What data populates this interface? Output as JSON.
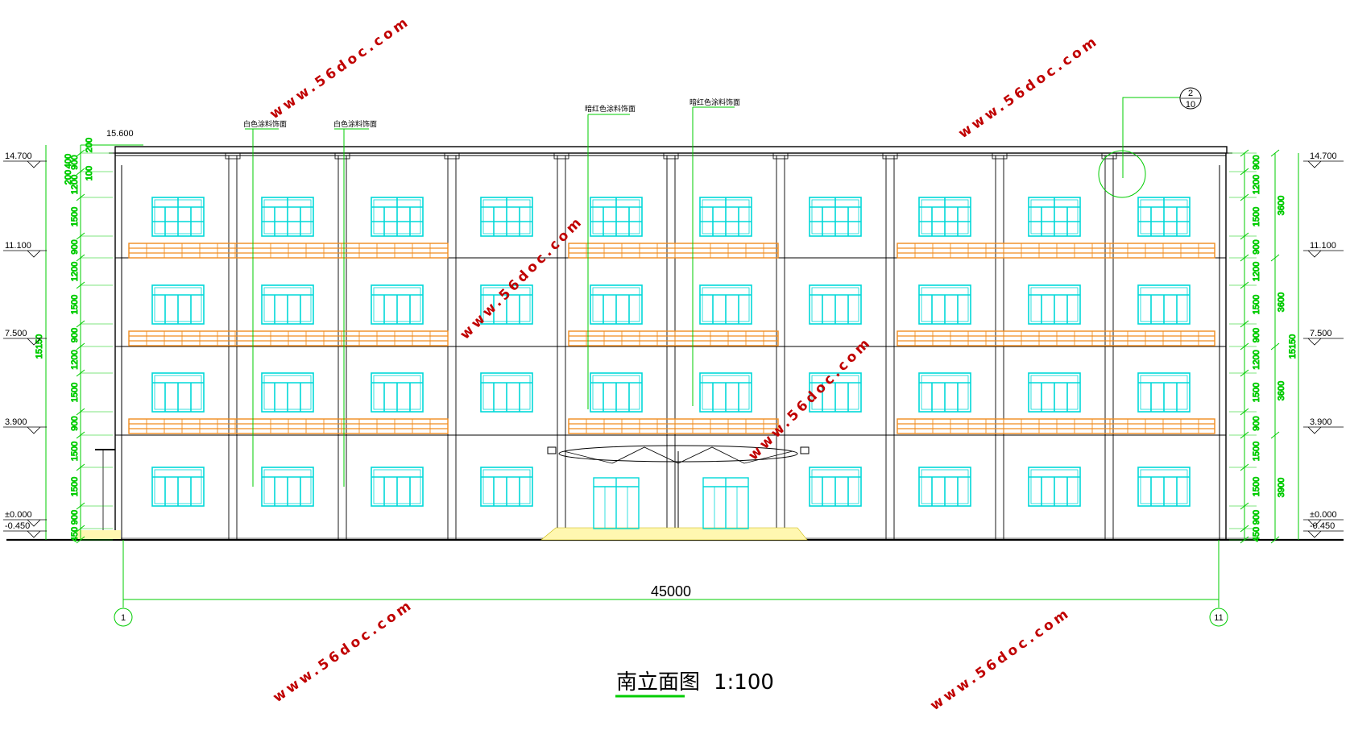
{
  "title": {
    "text": "南立面图",
    "scale": "1:100"
  },
  "overall_width_dim": "45000",
  "grid_axes": [
    "1",
    "11"
  ],
  "roof_elevation": "15.600",
  "elevations": [
    "14.700",
    "11.100",
    "7.500",
    "3.900",
    "±0.000",
    "-0.450"
  ],
  "total_height_dim": "15150",
  "left_dims": [
    "900",
    "1200",
    "1500",
    "900",
    "1200",
    "1500",
    "900",
    "1200",
    "1500",
    "900",
    "1500",
    "1500",
    "900",
    "450"
  ],
  "left_parapet_dims": [
    "400",
    "200",
    "100",
    "200"
  ],
  "right_dims": [
    "900",
    "1200",
    "1500",
    "900",
    "1200",
    "1500",
    "900",
    "1200",
    "1500",
    "900",
    "1500",
    "1500",
    "900",
    "450"
  ],
  "right_floor_dims": [
    "3600",
    "3600",
    "3600",
    "3900"
  ],
  "annotations": [
    "白色涂料饰面",
    "白色涂料饰面",
    "暗红色涂料饰面",
    "暗红色涂料饰面"
  ],
  "detail_callout": {
    "number": "2",
    "sheet": "10"
  },
  "watermark": "www.56doc.com",
  "colors": {
    "window": "#00d8d8",
    "railing": "#f08c1e",
    "leader": "#00cc00",
    "line": "#000000",
    "watermark": "#c00000",
    "ground": "#fff7b0"
  }
}
